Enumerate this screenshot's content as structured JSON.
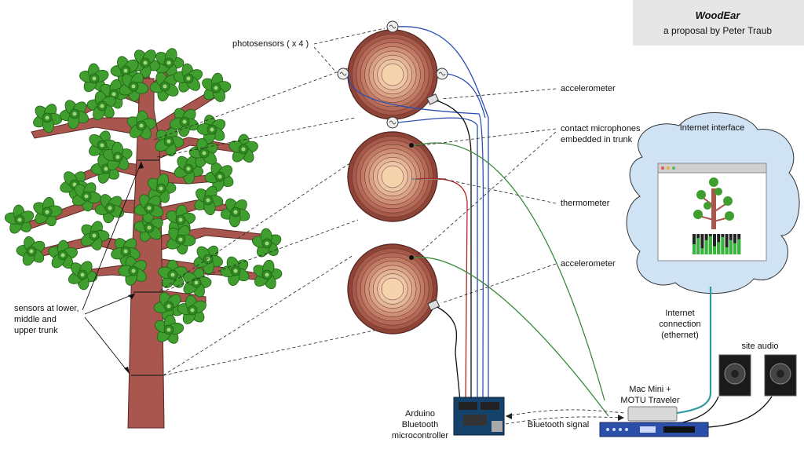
{
  "header": {
    "title": "WoodEar",
    "subtitle": "a proposal by Peter Traub"
  },
  "labels": {
    "photosensors": "photosensors ( x 4 )",
    "accelerometer_top": "accelerometer",
    "contact_mics_line1": "contact microphones",
    "contact_mics_line2": "embedded in trunk",
    "thermometer": "thermometer",
    "accelerometer_bottom": "accelerometer",
    "sensors_line1": "sensors at lower,",
    "sensors_line2": "middle and",
    "sensors_line3": "upper trunk",
    "internet_interface": "Internet interface",
    "internet_conn_line1": "Internet",
    "internet_conn_line2": "connection",
    "internet_conn_line3": "(ethernet)",
    "site_audio": "site audio",
    "mac_line1": "Mac Mini +",
    "mac_line2": "MOTU Traveler",
    "arduino_line1": "Arduino",
    "arduino_line2": "Bluetooth",
    "arduino_line3": "microcontroller",
    "bluetooth_signal": "Bluetooth signal"
  },
  "colors": {
    "trunk": "#a8564e",
    "leaf": "#3f9e2e",
    "leaf_dark": "#1f5f14",
    "wire_blue": "#2a4fb0",
    "wire_green": "#3a8a3a",
    "wire_red": "#b02a2a",
    "wire_black": "#111111",
    "ethernet": "#2f9aa0",
    "cloud": "#cfe3f5",
    "ring_outer": "#8f4438",
    "ring_inner": "#f5d3ad"
  }
}
